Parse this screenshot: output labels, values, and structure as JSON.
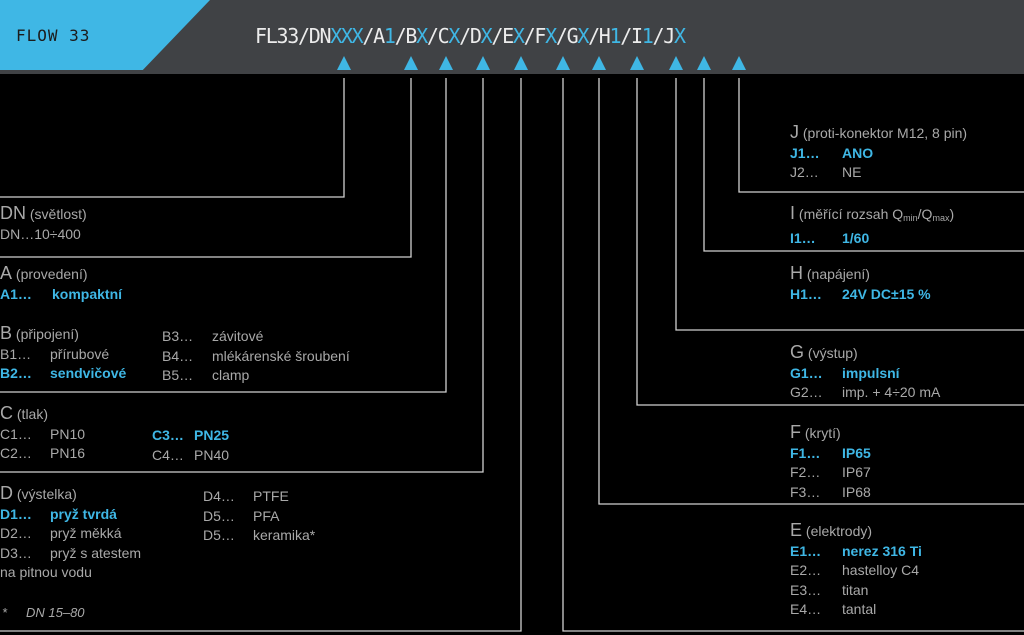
{
  "header": {
    "model": "FLOW 33",
    "code_parts": [
      {
        "t": "FL33/DN",
        "h": false
      },
      {
        "t": "XXX",
        "h": true
      },
      {
        "t": "/A",
        "h": false
      },
      {
        "t": "1",
        "h": true
      },
      {
        "t": "/B",
        "h": false
      },
      {
        "t": "X",
        "h": true
      },
      {
        "t": "/C",
        "h": false
      },
      {
        "t": "X",
        "h": true
      },
      {
        "t": "/D",
        "h": false
      },
      {
        "t": "X",
        "h": true
      },
      {
        "t": "/E",
        "h": false
      },
      {
        "t": "X",
        "h": true
      },
      {
        "t": "/F",
        "h": false
      },
      {
        "t": "X",
        "h": true
      },
      {
        "t": "/G",
        "h": false
      },
      {
        "t": "X",
        "h": true
      },
      {
        "t": "/H",
        "h": false
      },
      {
        "t": "1",
        "h": true
      },
      {
        "t": "/I",
        "h": false
      },
      {
        "t": "1",
        "h": true
      },
      {
        "t": "/J",
        "h": false
      },
      {
        "t": "X",
        "h": true
      }
    ]
  },
  "colors": {
    "accent": "#3fb7e5",
    "bar": "#404245",
    "text": "#a9a9a9",
    "line": "#d0d0d0"
  },
  "dn": {
    "letter": "DN",
    "label": "(světlost)",
    "r1": "DN…10÷400"
  },
  "a": {
    "letter": "A",
    "label": "(provedení)",
    "r1c": "A1…",
    "r1v": "kompaktní"
  },
  "b": {
    "letter": "B",
    "label": "(připojení)",
    "r1c": "B1…",
    "r1v": "přírubové",
    "r2c": "B2…",
    "r2v": "sendvičové",
    "r3c": "B3…",
    "r3v": "závitové",
    "r4c": "B4…",
    "r4v": "mlékárenské šroubení",
    "r5c": "B5…",
    "r5v": "clamp"
  },
  "c": {
    "letter": "C",
    "label": "(tlak)",
    "r1c": "C1…",
    "r1v": "PN10",
    "r2c": "C2…",
    "r2v": "PN16",
    "r3c": "C3…",
    "r3v": "PN25",
    "r4c": "C4…",
    "r4v": "PN40"
  },
  "d": {
    "letter": "D",
    "label": "(výstelka)",
    "r1c": "D1…",
    "r1v": "pryž tvrdá",
    "r2c": "D2…",
    "r2v": "pryž měkká",
    "r3c": "D3…",
    "r3v": "pryž s atestem",
    "r3b": "na pitnou vodu",
    "r4c": "D4…",
    "r4v": "PTFE",
    "r5c": "D5…",
    "r5v": "PFA",
    "r6c": "D5…",
    "r6v": "keramika*",
    "note_star": "*",
    "note_text": "DN 15–80"
  },
  "e": {
    "letter": "E",
    "label": "(elektrody)",
    "r1c": "E1…",
    "r1v": "nerez 316 Ti",
    "r2c": "E2…",
    "r2v": "hastelloy C4",
    "r3c": "E3…",
    "r3v": "titan",
    "r4c": "E4…",
    "r4v": "tantal"
  },
  "f": {
    "letter": "F",
    "label": "(krytí)",
    "r1c": "F1…",
    "r1v": "IP65",
    "r2c": "F2…",
    "r2v": "IP67",
    "r3c": "F3…",
    "r3v": "IP68"
  },
  "g": {
    "letter": "G",
    "label": "(výstup)",
    "r1c": "G1…",
    "r1v": "impulsní",
    "r2c": "G2…",
    "r2v": "imp. + 4÷20 mA"
  },
  "h": {
    "letter": "H",
    "label": "(napájení)",
    "r1c": "H1…",
    "r1v": "24V DC±15 %"
  },
  "i": {
    "letter": "I",
    "label_a": "(měřící rozsah Q",
    "sub1": "min",
    "label_b": "/Q",
    "sub2": "max",
    "label_c": ")",
    "r1c": "I1…",
    "r1v": "1/60"
  },
  "j": {
    "letter": "J",
    "label": "(proti-konektor M12, 8 pin)",
    "r1c": "J1…",
    "r1v": "ANO",
    "r2c": "J2…",
    "r2v": "NE"
  }
}
